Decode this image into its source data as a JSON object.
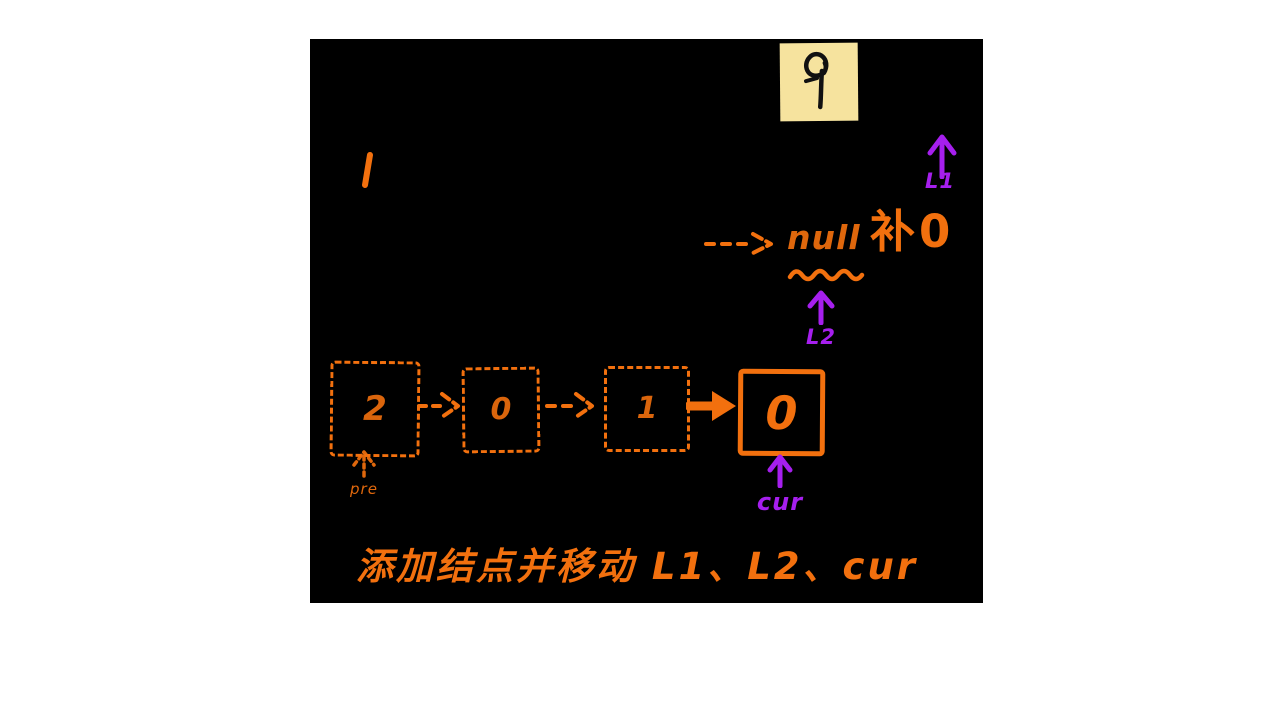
{
  "app": {
    "page_bg": "#ffffff",
    "canvas_bg": "#000000"
  },
  "colors": {
    "ink_orange": "#f2700e",
    "ink_purple": "#a61fee",
    "note_bg": "#f6e39e",
    "note_ink": "#111111"
  },
  "sticky_note": {
    "glyph": "9"
  },
  "marks": {
    "tick": "1"
  },
  "annotation": {
    "null_label": "null",
    "pad_label": "补0"
  },
  "pointers": {
    "l1": "L1",
    "l2": "L2",
    "cur": "cur",
    "pre": "pre"
  },
  "linked_list": {
    "nodes": [
      {
        "value": "2",
        "style": "dashed"
      },
      {
        "value": "0",
        "style": "dashed"
      },
      {
        "value": "1",
        "style": "dashed"
      },
      {
        "value": "0",
        "style": "solid"
      }
    ]
  },
  "caption": {
    "text": "添加结点并移动 L1、L2、cur"
  }
}
